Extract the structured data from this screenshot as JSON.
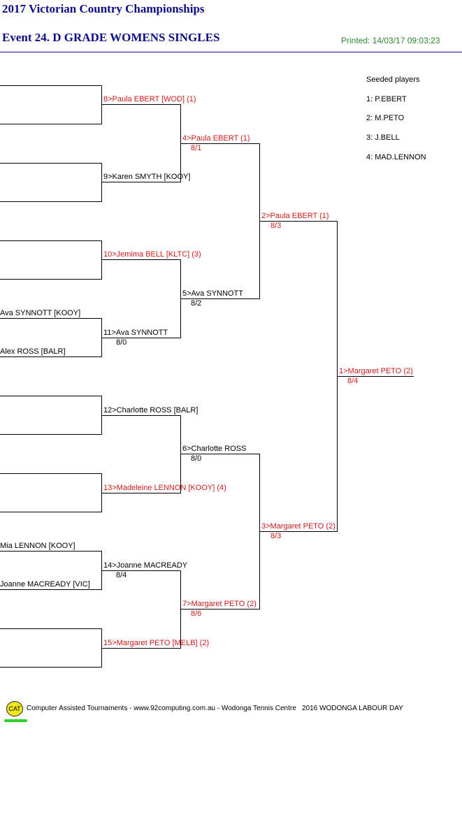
{
  "header": {
    "title": "2017 Victorian Country Championships",
    "event": "Event 24. D GRADE WOMENS SINGLES",
    "printed": "Printed: 14/03/17 09:03:23"
  },
  "seeds": {
    "title": "Seeded players",
    "list": [
      "1: P.EBERT",
      "2: M.PETO",
      "3: J.BELL",
      "4: MAD.LENNON"
    ]
  },
  "round1": [
    {
      "top": "",
      "bottom": ""
    },
    {
      "top": "",
      "bottom": ""
    },
    {
      "top": "",
      "bottom": ""
    },
    {
      "top": "Ava SYNNOTT [KOOY]",
      "bottom": "Alex ROSS [BALR]"
    },
    {
      "top": "",
      "bottom": ""
    },
    {
      "top": "",
      "bottom": ""
    },
    {
      "top": "Mia LENNON [KOOY]",
      "bottom": "Joanne MACREADY [VIC]"
    },
    {
      "top": "",
      "bottom": ""
    }
  ],
  "round2": [
    {
      "name": "8>Paula EBERT [WOD] (1)",
      "score": "",
      "seeded": true
    },
    {
      "name": "9>Karen SMYTH [KOOY]",
      "score": "",
      "seeded": false
    },
    {
      "name": "10>Jemima BELL [KLTC] (3)",
      "score": "",
      "seeded": true
    },
    {
      "name": "11>Ava SYNNOTT",
      "score": "8/0",
      "seeded": false
    },
    {
      "name": "12>Charlotte ROSS [BALR]",
      "score": "",
      "seeded": false
    },
    {
      "name": "13>Madeleine LENNON [KOOY] (4)",
      "score": "",
      "seeded": true
    },
    {
      "name": "14>Joanne MACREADY",
      "score": "8/4",
      "seeded": false
    },
    {
      "name": "15>Margaret PETO [MELB] (2)",
      "score": "",
      "seeded": true
    }
  ],
  "round3": [
    {
      "name": "4>Paula EBERT (1)",
      "score": "8/1",
      "seeded": true
    },
    {
      "name": "5>Ava SYNNOTT",
      "score": "8/2",
      "seeded": false
    },
    {
      "name": "6>Charlotte ROSS",
      "score": "8/0",
      "seeded": false
    },
    {
      "name": "7>Margaret PETO (2)",
      "score": "8/6",
      "seeded": true
    }
  ],
  "round4": [
    {
      "name": "2>Paula EBERT (1)",
      "score": "8/3",
      "seeded": true
    },
    {
      "name": "3>Margaret PETO (2)",
      "score": "8/3",
      "seeded": true
    }
  ],
  "final": {
    "name": "1>Margaret PETO (2)",
    "score": "8/4",
    "seeded": true
  },
  "footer": {
    "logo": "CAT",
    "text": "Computer Assisted Tournaments - www.92computing.com.au  -  Wodonga Tennis Centre",
    "event": "2016 WODONGA LABOUR DAY"
  }
}
